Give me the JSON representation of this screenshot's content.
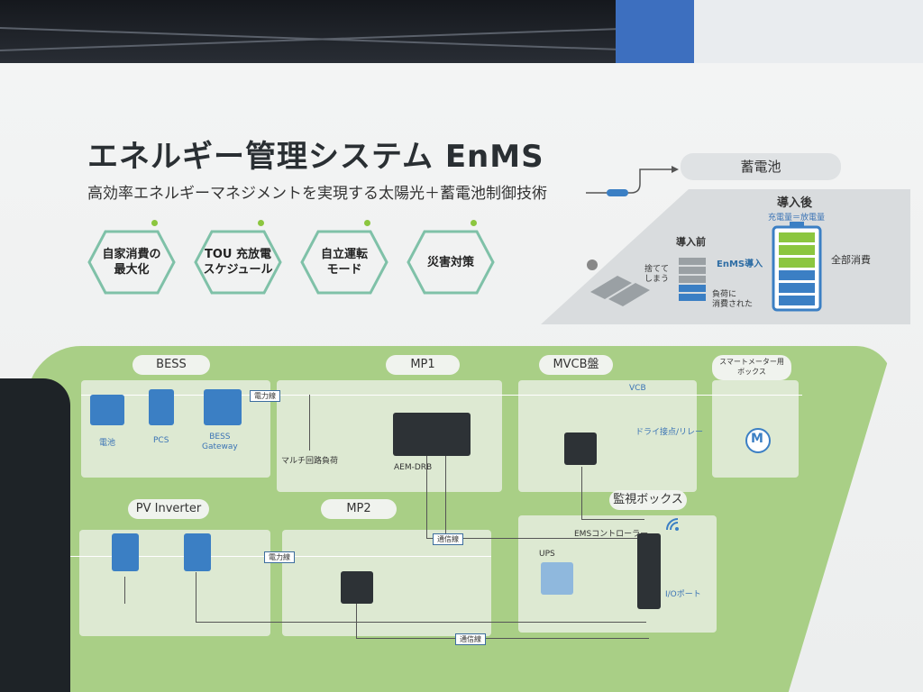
{
  "title": "エネルギー管理システム EnMS",
  "subtitle": "高効率エネルギーマネジメントを実現する太陽光＋蓄電池制御技術",
  "features": [
    "自家消費の\n最大化",
    "TOU 充放電\nスケジュール",
    "自立運転\nモード",
    "災害対策"
  ],
  "battery": {
    "title": "蓄電池",
    "before": "導入前",
    "after": "導入後",
    "after_sub": "充電量＝放電量",
    "discard": "捨てて\nしまう",
    "consumed": "負荷に\n消費された",
    "arrow": "EnMS導入",
    "full": "全部消費"
  },
  "sections": {
    "bess": "BESS",
    "mp1": "MP1",
    "mvcb": "MVCB盤",
    "smart": "スマートメーター用\nボックス",
    "pv": "PV Inverter",
    "mp2": "MP2",
    "monitor": "監視ボックス"
  },
  "labels": {
    "battery": "電池",
    "pcs": "PCS",
    "bess_gw": "BESS\nGateway",
    "power_line1": "電力線",
    "power_line2": "電力線",
    "multi_load": "マルチ回路負荷",
    "aem": "AEM-DRB",
    "vcb": "VCB",
    "dry_contact": "ドライ接点/リレー",
    "comm1": "通信線",
    "comm2": "通信線",
    "ems": "EMSコントローラー",
    "ups": "UPS",
    "io": "I/Oポート",
    "m": "M"
  },
  "colors": {
    "accent_green": "#8cc63f",
    "diagram_green": "#a9cf86",
    "device_blue": "#3b7fc4"
  }
}
